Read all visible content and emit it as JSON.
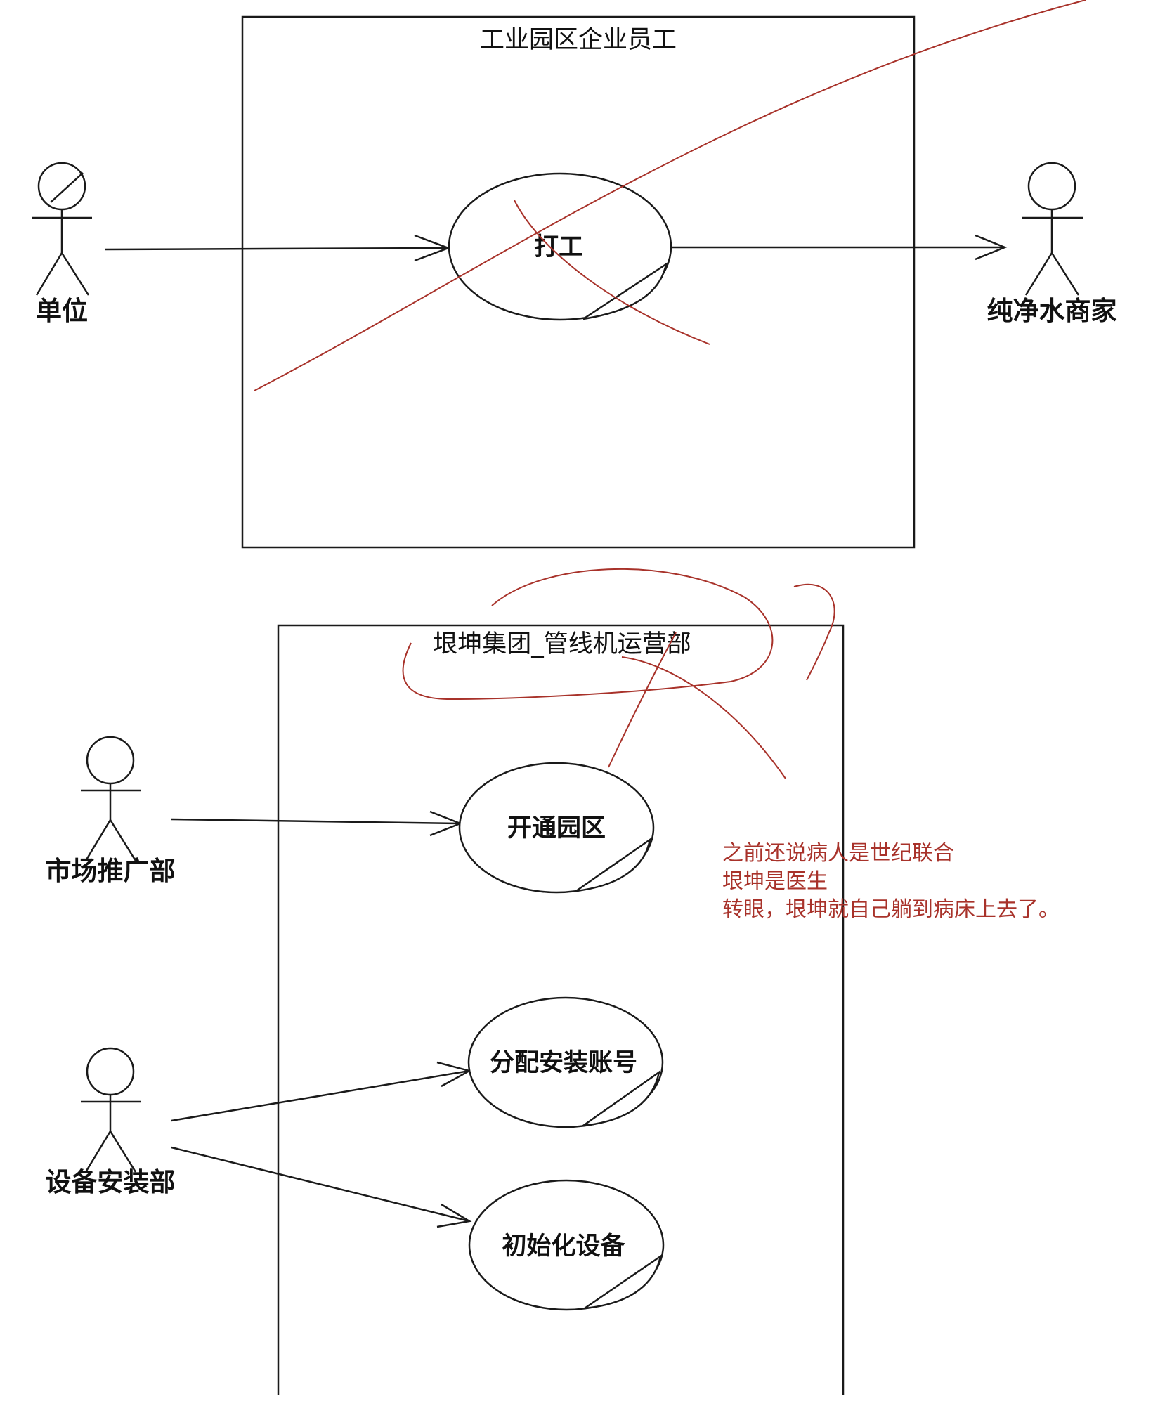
{
  "diagram_top": {
    "system_title": "工业园区企业员工",
    "use_case": "打工",
    "actor_left": "单位",
    "actor_right": "纯净水商家"
  },
  "diagram_bottom": {
    "system_title": "垠坤集团_管线机运营部",
    "use_cases": {
      "uc1": "开通园区",
      "uc2": "分配安装账号",
      "uc3": "初始化设备"
    },
    "actors": {
      "marketing": "市场推广部",
      "installation": "设备安装部"
    }
  },
  "annotation": {
    "lines": [
      "之前还说病人是世纪联合",
      "垠坤是医生",
      "转眼，垠坤就自己躺到病床上去了。"
    ],
    "color": "#a8322a"
  },
  "colors": {
    "diagram_line": "#1a1a1a",
    "annotation_red": "#a8322a",
    "background": "#ffffff"
  }
}
